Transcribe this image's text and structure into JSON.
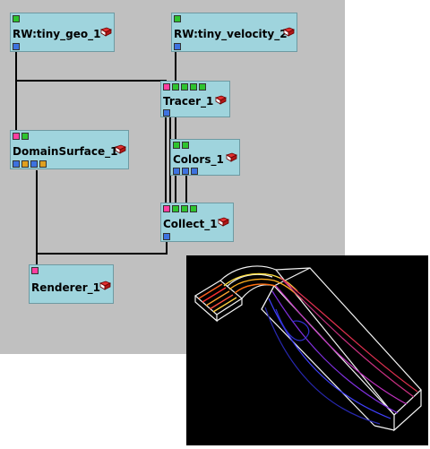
{
  "colors": {
    "canvas_bg": "#c0c0c0",
    "node_bg": "#9fd4dd",
    "port_green": "#2ec42e",
    "port_pink": "#ff3fa0",
    "port_blue": "#3d72e0",
    "port_orange": "#e0a020",
    "preview_bg": "#000000"
  },
  "nodes": {
    "rw_geo": {
      "label": "RW:tiny_geo_1",
      "icon": "book-icon"
    },
    "rw_velocity": {
      "label": "RW:tiny_velocity_2",
      "icon": "book-icon"
    },
    "tracer": {
      "label": "Tracer_1",
      "icon": "book-icon"
    },
    "domain_surface": {
      "label": "DomainSurface_1",
      "icon": "book-icon"
    },
    "colors": {
      "label": "Colors_1",
      "icon": "book-icon"
    },
    "collect": {
      "label": "Collect_1",
      "icon": "book-icon"
    },
    "renderer": {
      "label": "Renderer_1",
      "icon": "book-icon"
    }
  },
  "viewer": {
    "content": "3d-streamline-render"
  }
}
